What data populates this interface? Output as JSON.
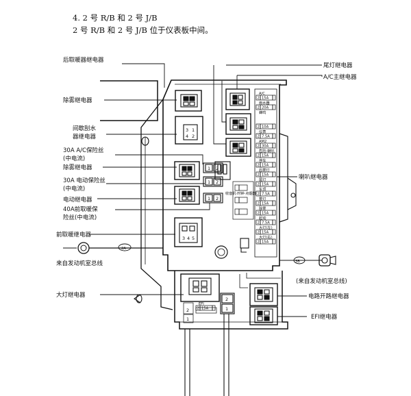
{
  "heading": {
    "line1": "4. 2 号 R/B 和 2 号 J/B",
    "line2": "2 号 R/B 和 2 号 J/B 位于仪表板中间。"
  },
  "labels_left": {
    "rear_defrost_relay": "后取暖器继电器",
    "defogger_relay": "除雾继电器",
    "intermittent_wiper_l1": "间歇刮水",
    "intermittent_wiper_l2": "器继电器",
    "ac_fuse_l1": "30A A/C保险丝",
    "ac_fuse_l2": "(中电流)",
    "defogger_relay2": "除雾继电器",
    "power_defogger_fuse_l1": "30A 电动保险丝",
    "power_defogger_fuse_l2": "(中电流)",
    "power_relay": "电动继电器",
    "front_heater_fuse_l1": "40A前取暖保",
    "front_heater_fuse_l2": "险丝(中电流)",
    "front_heater_relay": "前取暖继电器",
    "engine_bus": "来自发动机室总线",
    "headlamp_relay": "大灯继电器"
  },
  "labels_right": {
    "tail_lamp_relay": "尾灯继电器",
    "ac_main_relay": "A/C主继电器",
    "horn_relay": "喇叭继电器",
    "engine_bus": "(来自发动机室总线)",
    "circuit_breaker_relay": "电路开路继电器",
    "efi_relay": "EFI继电器"
  },
  "connectors": {
    "a": "2A",
    "b": "3B"
  },
  "fuses": [
    {
      "name": "A/C",
      "amp": "15A",
      "num": "2"
    },
    {
      "name": "雨水器",
      "amp": "20A",
      "num": "2"
    },
    {
      "name": "蜂鸣",
      "amp": "",
      "num": ""
    },
    {
      "name": "",
      "amp": "10A",
      "num": "2"
    },
    {
      "name": "仪表",
      "amp": "7.5A",
      "num": "2"
    },
    {
      "name": "AM2",
      "amp": "30A",
      "num": "2"
    },
    {
      "name": "危险-喇叭",
      "amp": "15A",
      "num": "2"
    },
    {
      "name": "停车",
      "amp": "15A",
      "num": "2"
    },
    {
      "name": "后雾灯",
      "amp": "15A",
      "num": "2"
    },
    {
      "name": "尾灯",
      "amp": "15A",
      "num": "2"
    },
    {
      "name": "车顶",
      "amp": "7.5A",
      "num": "2"
    },
    {
      "name": "雾灯",
      "amp": "15A",
      "num": "2"
    },
    {
      "name": "除雾",
      "amp": "15A",
      "num": "2"
    },
    {
      "name": "起动",
      "amp": "7.5A",
      "num": "2"
    },
    {
      "name": "大灯(左)",
      "amp": "15A",
      "num": "2"
    },
    {
      "name": "大灯(右)",
      "amp": "15A",
      "num": "2"
    },
    {
      "name": "EFI",
      "amp": "15A",
      "num": "2"
    }
  ],
  "fuse_center_label": "收音机·时钟·点烟器",
  "big_fuse_digits": {
    "one": "1",
    "two": "2"
  },
  "relay_pins": {
    "p1": "1",
    "p2": "2",
    "p3": "3",
    "p4": "4",
    "p5": "5"
  }
}
